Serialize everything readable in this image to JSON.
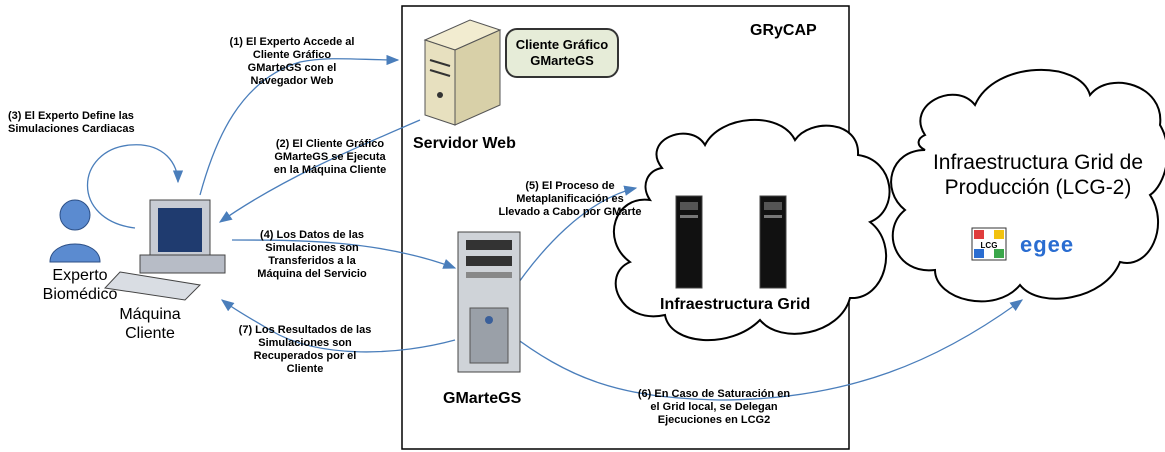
{
  "header": {
    "org": "GRyCAP"
  },
  "nodes": {
    "client_gui": "Cliente Gráfico\nGMarteGS",
    "web_server": "Servidor Web",
    "gmartegs": "GMarteGS",
    "grid_infra": "Infraestructura Grid",
    "prod_grid": "Infraestructura Grid de\nProducción (LCG-2)",
    "expert": "Experto\nBiomédico",
    "client_machine": "Máquina\nCliente",
    "lcg_logo": "LCG",
    "egee_logo": "egee"
  },
  "steps": {
    "s1": "(1) El Experto Accede al\nCliente Gráfico\nGMarteGS con el\nNavegador Web",
    "s2": "(2) El Cliente Gráfico\nGMarteGS se Ejecuta\nen la Máquina Cliente",
    "s3": "(3) El Experto Define las\nSimulaciones Cardiacas",
    "s4": "(4) Los Datos de las\nSimulaciones  son\nTransferidos a la\nMáquina del Servicio",
    "s5": "(5) El Proceso de\nMetaplanificación es\nLlevado a Cabo por GMarte",
    "s6": "(6) En Caso de Saturación en\nel Grid local, se Delegan\nEjecuciones en LCG2",
    "s7": "(7) Los Resultados de las\nSimulaciones son\nRecuperados por el\nCliente"
  },
  "colors": {
    "arrow": "#4a7ebb",
    "pill_fill": "#e6ecd8",
    "person": "#5b8bd0"
  }
}
